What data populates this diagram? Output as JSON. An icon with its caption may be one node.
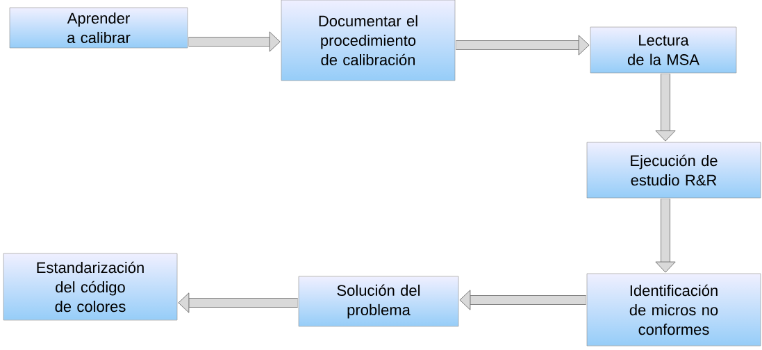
{
  "diagram": {
    "nodes": [
      {
        "text": [
          "Aprender a calibrar"
        ]
      },
      {
        "text": [
          "Documentar el procedimiento de calibración"
        ]
      },
      {
        "text": [
          "Lectura de la MSA"
        ]
      },
      {
        "text": [
          "Ejecución de estudio R&R"
        ]
      },
      {
        "text": [
          "Identificación de micros no conformes"
        ]
      },
      {
        "text": [
          "Solución del problema"
        ]
      },
      {
        "text": [
          "Estandarización del código de colores"
        ]
      }
    ],
    "edges": [
      {
        "from": 0,
        "to": 1,
        "arrow": "to"
      },
      {
        "from": 1,
        "to": 2,
        "arrow": "to"
      },
      {
        "from": 2,
        "to": 3,
        "arrow": "to"
      },
      {
        "from": 3,
        "to": 4,
        "arrow": "to"
      },
      {
        "from": 4,
        "to": 5,
        "arrow": "to"
      },
      {
        "from": 5,
        "to": 6,
        "arrow": "to"
      }
    ]
  }
}
